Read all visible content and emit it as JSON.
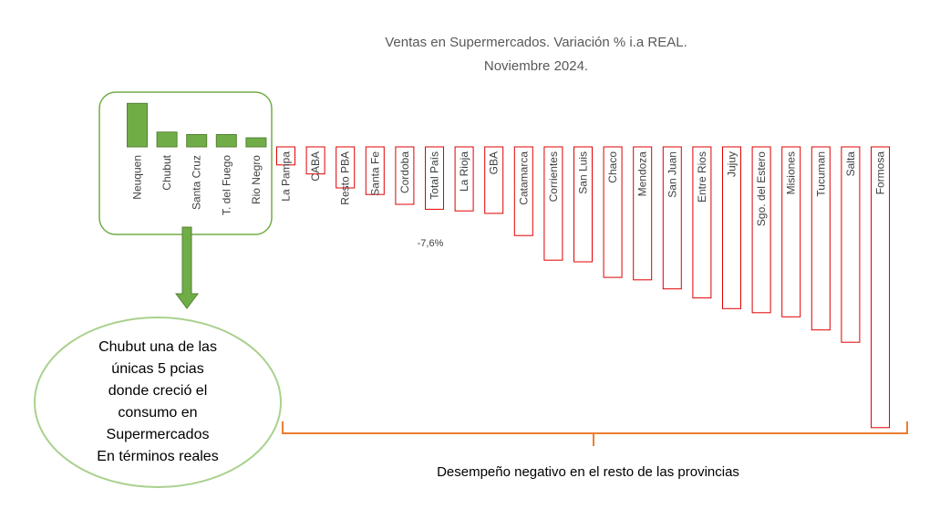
{
  "chart_data": {
    "type": "bar",
    "title_lines": [
      "Ventas en Supermercados.  Variación % i.a REAL.",
      "Noviembre  2024."
    ],
    "categories": [
      "Neuquen",
      "Chubut",
      "Santa Cruz",
      "T. del Fuego",
      "Rio Negro",
      "La Pampa",
      "CABA",
      "Resto PBA",
      "Santa Fe",
      "Cordoba",
      "Total País",
      "La Rioja",
      "GBA",
      "Catamarca",
      "Corrientes",
      "San Luis",
      "Chaco",
      "Mendoza",
      "San Juan",
      "Entre Rios",
      "Jujuy",
      "Sgo. del Estero",
      "Misiones",
      "Tucuman",
      "Salta",
      "Formosa"
    ],
    "values": [
      5.3,
      1.8,
      1.5,
      1.5,
      1.1,
      -2.2,
      -3.3,
      -5.0,
      -5.8,
      -7.0,
      -7.6,
      -7.8,
      -8.1,
      -10.8,
      -13.8,
      -14.0,
      -15.9,
      -16.2,
      -17.3,
      -18.4,
      -19.7,
      -20.2,
      -20.7,
      -22.3,
      -23.8,
      -34.2
    ],
    "highlighted_label": "-7,6%",
    "colors": {
      "positive_fill": "#70ad47",
      "positive_stroke": "#548235",
      "negative_stroke": "#e00000",
      "bracket": "#ed7d31",
      "arrow": "#70ad47"
    }
  },
  "annotations": {
    "ellipse_lines": [
      "Chubut una de las",
      "únicas 5 pcias",
      "donde creció el",
      "consumo en",
      "Supermercados",
      "En términos reales"
    ],
    "bottom_text": "Desempeño negativo en el resto de las provincias"
  }
}
